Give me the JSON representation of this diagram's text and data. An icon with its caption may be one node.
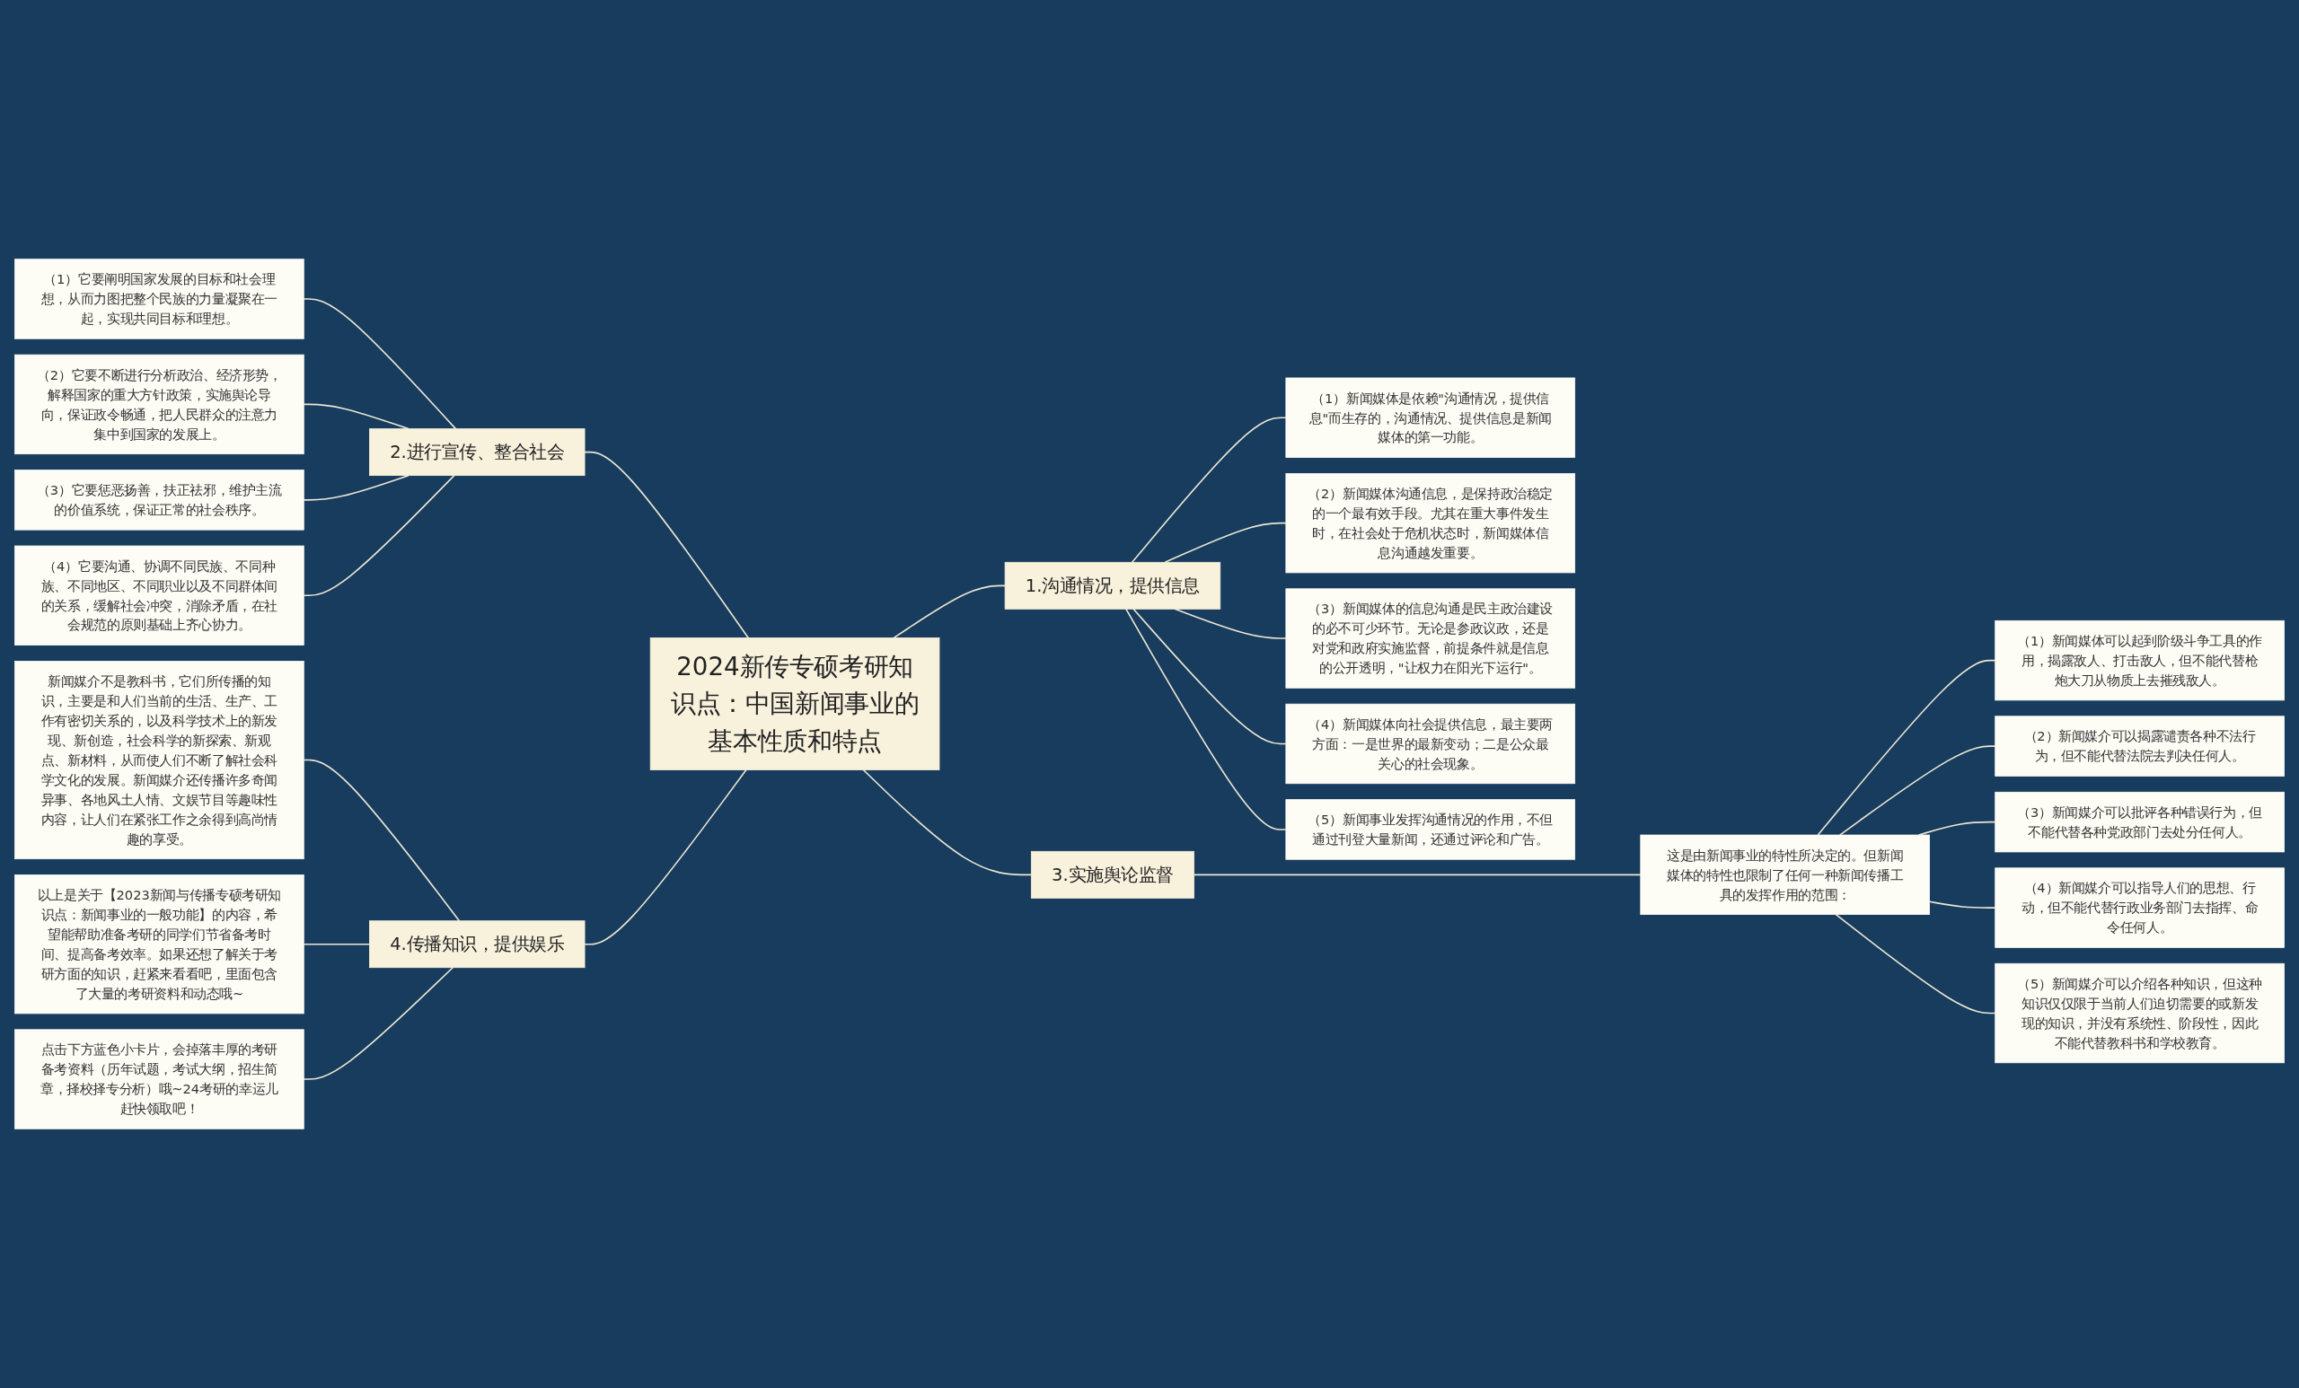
{
  "diagram": {
    "nodes": [
      {
        "text": [
          "2024新传专硕考研知识点：中国新闻事业的基本性质和特点"
        ]
      },
      {
        "text": [
          "1.沟通情况，提供信息"
        ]
      },
      {
        "text": [
          "（1）新闻媒体是依赖\"沟通情况，提供信息\"而生存的，沟通情况、提供信息是新闻媒体的第一功能。"
        ]
      },
      {
        "text": [
          "（2）新闻媒体沟通信息，是保持政治稳定的一个最有效手段。尤其在重大事件发生时，在社会处于危机状态时，新闻媒体信息沟通越发重要。"
        ]
      },
      {
        "text": [
          "（3）新闻媒体的信息沟通是民主政治建设的必不可少环节。无论是参政议政，还是对党和政府实施监督，前提条件就是信息的公开透明，\"让权力在阳光下运行\"。"
        ]
      },
      {
        "text": [
          "（4）新闻媒体向社会提供信息，最主要两方面：一是世界的最新变动；二是公众最关心的社会现象。"
        ]
      },
      {
        "text": [
          "（5）新闻事业发挥沟通情况的作用，不但通过刊登大量新闻，还通过评论和广告。"
        ]
      },
      {
        "text": [
          "2.进行宣传、整合社会"
        ]
      },
      {
        "text": [
          "（1）它要阐明国家发展的目标和社会理想，从而力图把整个民族的力量凝聚在一起，实现共同目标和理想。"
        ]
      },
      {
        "text": [
          "（2）它要不断进行分析政治、经济形势，解释国家的重大方针政策，实施舆论导向，保证政令畅通，把人民群众的注意力集中到国家的发展上。"
        ]
      },
      {
        "text": [
          "（3）它要惩恶扬善，扶正祛邪，维护主流的价值系统，保证正常的社会秩序。"
        ]
      },
      {
        "text": [
          "（4）它要沟通、协调不同民族、不同种族、不同地区、不同职业以及不同群体间的关系，缓解社会冲突，消除矛盾，在社会规范的原则基础上齐心协力。"
        ]
      },
      {
        "text": [
          "3.实施舆论监督"
        ]
      },
      {
        "text": [
          "这是由新闻事业的特性所决定的。但新闻媒体的特性也限制了任何一种新闻传播工具的发挥作用的范围："
        ]
      },
      {
        "text": [
          "（1）新闻媒体可以起到阶级斗争工具的作用，揭露敌人、打击敌人，但不能代替枪炮大刀从物质上去摧残敌人。"
        ]
      },
      {
        "text": [
          "（2）新闻媒介可以揭露谴责各种不法行为，但不能代替法院去判决任何人。"
        ]
      },
      {
        "text": [
          "（3）新闻媒介可以批评各种错误行为，但不能代替各种党政部门去处分任何人。"
        ]
      },
      {
        "text": [
          "（4）新闻媒介可以指导人们的思想、行动，但不能代替行政业务部门去指挥、命令任何人。"
        ]
      },
      {
        "text": [
          "（5）新闻媒介可以介绍各种知识，但这种知识仅仅限于当前人们迫切需要的或新发现的知识，并没有系统性、阶段性，因此不能代替教科书和学校教育。"
        ]
      },
      {
        "text": [
          "4.传播知识，提供娱乐"
        ]
      },
      {
        "text": [
          "新闻媒介不是教科书，它们所传播的知识，主要是和人们当前的生活、生产、工作有密切关系的，以及科学技术上的新发现、新创造，社会科学的新探索、新观点、新材料，从而使人们不断了解社会科学文化的发展。新闻媒介还传播许多奇闻异事、各地风土人情、文娱节目等趣味性内容，让人们在紧张工作之余得到高尚情趣的享受。"
        ]
      },
      {
        "text": [
          "以上是关于【2023新闻与传播专硕考研知识点：新闻事业的一般功能】的内容，希望能帮助准备考研的同学们节省备考时间、提高备考效率。如果还想了解关于考研方面的知识，赶紧来看看吧，里面包含了大量的考研资料和动态哦~"
        ]
      },
      {
        "text": [
          "点击下方蓝色小卡片，会掉落丰厚的考研备考资料（历年试题，考试大纲，招生简章，择校择专分析）哦~24考研的幸运儿赶快领取吧！"
        ]
      }
    ],
    "edges": [
      {
        "from": 0,
        "to": 1,
        "arrow": "none"
      },
      {
        "from": 1,
        "to": 2,
        "arrow": "none"
      },
      {
        "from": 1,
        "to": 3,
        "arrow": "none"
      },
      {
        "from": 1,
        "to": 4,
        "arrow": "none"
      },
      {
        "from": 1,
        "to": 5,
        "arrow": "none"
      },
      {
        "from": 1,
        "to": 6,
        "arrow": "none"
      },
      {
        "from": 0,
        "to": 7,
        "arrow": "none"
      },
      {
        "from": 7,
        "to": 8,
        "arrow": "none"
      },
      {
        "from": 7,
        "to": 9,
        "arrow": "none"
      },
      {
        "from": 7,
        "to": 10,
        "arrow": "none"
      },
      {
        "from": 7,
        "to": 11,
        "arrow": "none"
      },
      {
        "from": 0,
        "to": 12,
        "arrow": "none"
      },
      {
        "from": 12,
        "to": 13,
        "arrow": "none"
      },
      {
        "from": 13,
        "to": 14,
        "arrow": "none"
      },
      {
        "from": 13,
        "to": 15,
        "arrow": "none"
      },
      {
        "from": 13,
        "to": 16,
        "arrow": "none"
      },
      {
        "from": 13,
        "to": 17,
        "arrow": "none"
      },
      {
        "from": 13,
        "to": 18,
        "arrow": "none"
      },
      {
        "from": 0,
        "to": 19,
        "arrow": "none"
      },
      {
        "from": 19,
        "to": 20,
        "arrow": "none"
      },
      {
        "from": 19,
        "to": 21,
        "arrow": "none"
      },
      {
        "from": 19,
        "to": 22,
        "arrow": "none"
      }
    ]
  }
}
